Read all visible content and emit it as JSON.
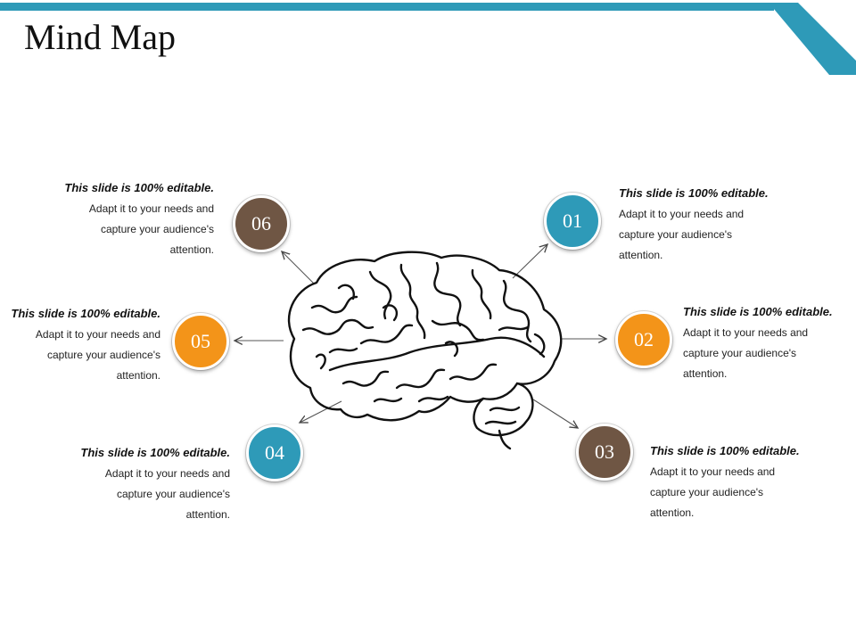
{
  "title": "Mind Map",
  "colors": {
    "accent_blue": "#2e9ab8",
    "orange": "#f39419",
    "brown": "#6f5644",
    "top_bar": "#2e9ab8"
  },
  "nodes": [
    {
      "number": "01",
      "color": "#2e9ab8",
      "bold_text": "This slide is 100% editable.",
      "body_text": "Adapt it to your needs and capture your audience's attention."
    },
    {
      "number": "02",
      "color": "#f39419",
      "bold_text": "This slide is 100% editable.",
      "body_text": "Adapt it to your needs and capture your audience's attention."
    },
    {
      "number": "03",
      "color": "#6f5644",
      "bold_text": "This slide is 100% editable.",
      "body_text": "Adapt it to your needs and capture your audience's attention."
    },
    {
      "number": "04",
      "color": "#2e9ab8",
      "bold_text": "This slide is 100% editable.",
      "body_text": "Adapt it to your needs and capture your audience's attention."
    },
    {
      "number": "05",
      "color": "#f39419",
      "bold_text": "This slide is 100% editable.",
      "body_text": "Adapt it to your needs and capture your audience's attention."
    },
    {
      "number": "06",
      "color": "#6f5644",
      "bold_text": "This slide is 100% editable.",
      "body_text": "Adapt it to your needs and capture your audience's attention."
    }
  ],
  "center_icon": "brain-icon"
}
